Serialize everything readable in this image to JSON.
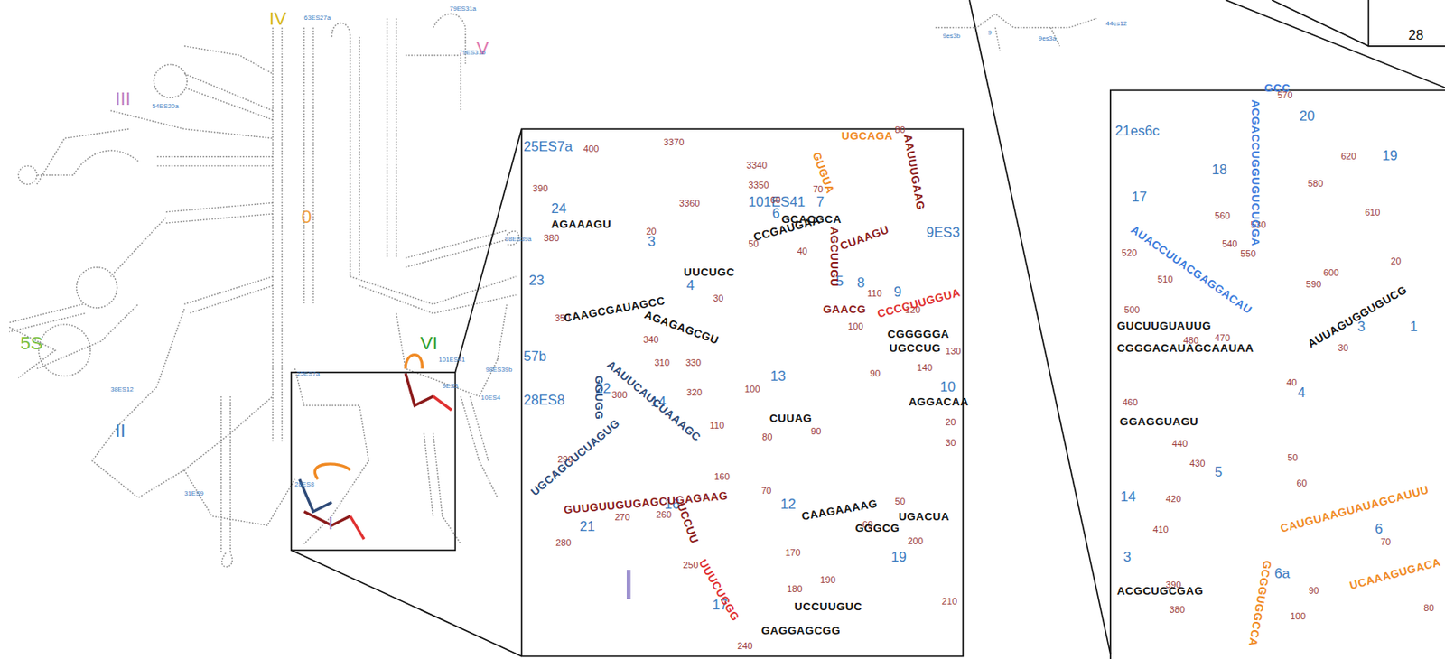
{
  "diagram": {
    "labels": [
      "IV",
      "V",
      "III",
      "0",
      "VI",
      "II",
      "I",
      "5S",
      "63ES27a",
      "79ES31a",
      "79ES31b",
      "54ES20a",
      "25ES7a",
      "101ES41",
      "9ES3",
      "10ES4",
      "98ES39a",
      "98ES39b",
      "38ES12",
      "31ES9",
      "28ES8",
      "25ES7a",
      "24",
      "3",
      "4",
      "101ES41",
      "6",
      "7",
      "5",
      "8",
      "9",
      "9ES3",
      "10",
      "13",
      "12",
      "14",
      "22",
      "21",
      "16",
      "17",
      "19",
      "23",
      "57b",
      "28ES8",
      "I",
      "400",
      "390",
      "380",
      "350",
      "340",
      "330",
      "310",
      "300",
      "290",
      "280",
      "270",
      "260",
      "250",
      "240",
      "160",
      "170",
      "180",
      "190",
      "200",
      "210",
      "110",
      "100",
      "90",
      "80",
      "70",
      "60",
      "50",
      "20",
      "30",
      "140",
      "130",
      "120",
      "110",
      "100",
      "90",
      "80",
      "70",
      "60",
      "50",
      "40",
      "30",
      "20",
      "3340",
      "3350",
      "3360",
      "3370",
      "320",
      "UGCAGA",
      "GUGUA",
      "AAUUUGAAG",
      "CUAAGU",
      "AGCUUGU",
      "GAACG",
      "CCCCUUGGUA",
      "CGGGGGA",
      "UGCCUG",
      "AAUUCAUCUAAAGC",
      "GGUGG",
      "UGCAGCUCUAGUG",
      "GUUGUUGUGAGCUGAGAAG",
      "UCCUU",
      "UUUCUGGG",
      "CAAGCGAUAGCC",
      "AGAGAGCGU",
      "UCCUUGUC",
      "GAGGAGCGG",
      "CAAGAAAAG",
      "GGGCG",
      "UGACUA",
      "CUUAG",
      "AGGACAA",
      "GCACGCA",
      "CCGAUGAA",
      "UUCUGC",
      "AGAAAGU",
      "21es6c",
      "20",
      "19",
      "18",
      "17",
      "3",
      "1",
      "4",
      "5",
      "14",
      "3",
      "6",
      "6a",
      "28",
      "570",
      "620",
      "580",
      "530",
      "560",
      "610",
      "540",
      "550",
      "520",
      "600",
      "590",
      "20",
      "30",
      "510",
      "500",
      "480",
      "470",
      "460",
      "440",
      "430",
      "420",
      "410",
      "390",
      "380",
      "40",
      "50",
      "60",
      "70",
      "80",
      "90",
      "100",
      "ACGACCUGGUGUCUGGA",
      "GCC",
      "AUACCUUACGAGGACAU",
      "CAUGUAAGUAUAGCAUUU",
      "UCAAAGUGACA",
      "GCGGUGGCCA",
      "GUCUUGUAUUG",
      "CGGGACAUAGCAAUAA",
      "GGAGGUAGU",
      "ACGCUGCGAG",
      "AUUAGUGGUGUCG",
      "9es3b",
      "9es3a",
      "44es12",
      "9"
    ]
  }
}
